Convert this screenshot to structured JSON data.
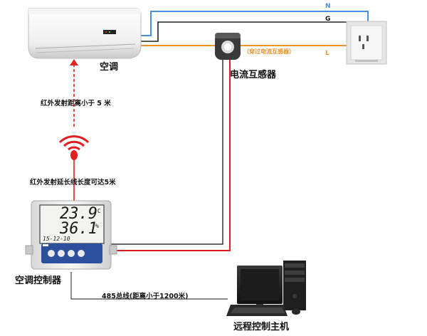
{
  "labels": {
    "air_conditioner": "空调",
    "current_transformer": "电流互感器",
    "ct_wire_note": "（穿过电流互感器）",
    "ir_distance": "红外发射距离小于 5 米",
    "ir_extension": "红外发射延长线长度可达5米",
    "ac_controller": "空调控制器",
    "bus_note": "485总线(距离小于1200米)",
    "remote_host": "远程控制主机"
  },
  "wires": {
    "n": "N",
    "g": "G",
    "l": "L"
  },
  "display": {
    "temperature": "23.9",
    "temperature_unit": "°C",
    "humidity": "36.1",
    "humidity_unit": "%",
    "date": "15-12-10"
  },
  "colors": {
    "wire_neutral": "#4a90d9",
    "wire_ground": "#222222",
    "wire_live": "#e8942c",
    "signal_red": "#e02020",
    "controller_blue": "#2c4f9e"
  },
  "icons": [
    "air-conditioner-icon",
    "current-transformer-icon",
    "wall-socket-icon",
    "wireless-signal-icon",
    "controller-device-icon",
    "desktop-computer-icon"
  ]
}
